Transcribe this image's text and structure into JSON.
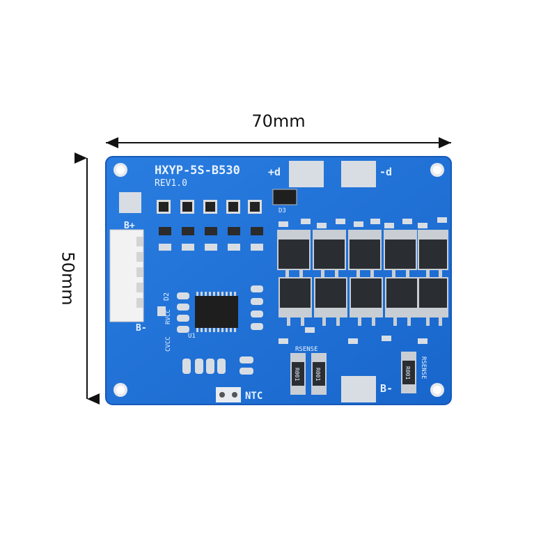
{
  "dimensions": {
    "width_label": "70mm",
    "height_label": "50mm"
  },
  "board": {
    "model": "HXYP-5S-B530",
    "revision": "REV1.0",
    "pad_plus_d": "+d",
    "pad_minus_d": "-d",
    "pad_b_minus_right": "B-",
    "connector_top_label": "B+",
    "connector_bottom_label": "B-",
    "ntc_label": "NTC",
    "d3_label": "D3",
    "d2_label": "D2",
    "rsense_left": "RSENSE",
    "rsense_right": "RSENSE",
    "resistor_code": "R001",
    "rvcc": "RVCC",
    "cvcc": "CVCC",
    "u1": "U1"
  },
  "colors": {
    "pcb": "#1d6fd6",
    "pcb_edge": "#1659b8",
    "silk": "#e8f2ff",
    "pad": "#d8dde3",
    "mosfet_body": "#2a2d31",
    "mosfet_tab": "#c9ced4",
    "connector": "#f2f2f2",
    "dimension_line": "#111111"
  }
}
